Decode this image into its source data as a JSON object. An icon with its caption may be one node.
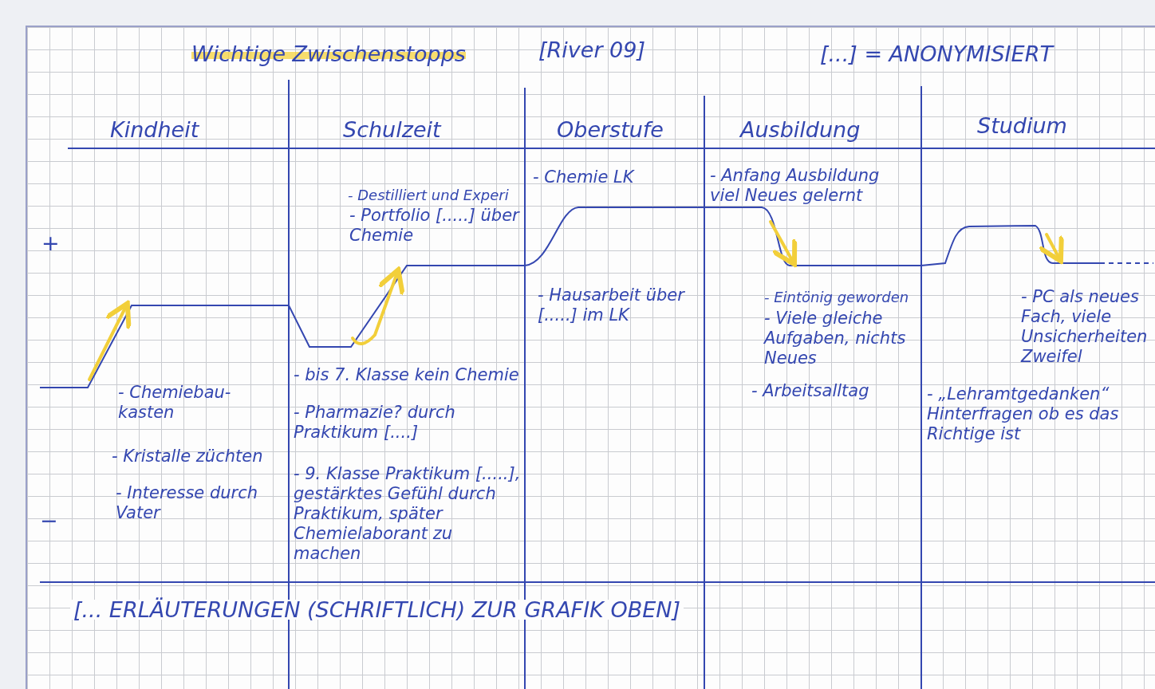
{
  "diagram": {
    "title": "Wichtige Zwischenstopps",
    "labels": [
      "[River 09]",
      "[...] = ANONYMISIERT",
      "Kindheit",
      "Schulzeit",
      "Oberstufe",
      "Ausbildung",
      "Studium",
      "- Destilliert und Experi",
      "- Portfolio [.....] über Chemie",
      "- Chemie LK",
      "- Anfang Ausbildung viel Neues gelernt",
      "+",
      "- Hausarbeit über [.....] im LK",
      "- Eintönig geworden",
      "- Viele gleiche Aufgaben, nichts Neues",
      "- PC als neues Fach, viele Unsicherheiten Zweifel",
      "- bis 7. Klasse kein Chemie",
      "- Chemiebau- kasten",
      "- Arbeitsalltag",
      "- „Lehramtgedanken“ Hinterfragen ob es das Richtige ist",
      "- Pharmazie? durch Praktikum [....]",
      "- Kristalle züchten",
      "- 9. Klasse Praktikum [.....], gestärktes Gefühl durch Praktikum, später Chemielaborant zu machen",
      "- Interesse durch Vater",
      "−",
      "[... ERLÄUTERUNGEN (SCHRIFTLICH) ZUR GRAFIK OBEN]"
    ]
  }
}
